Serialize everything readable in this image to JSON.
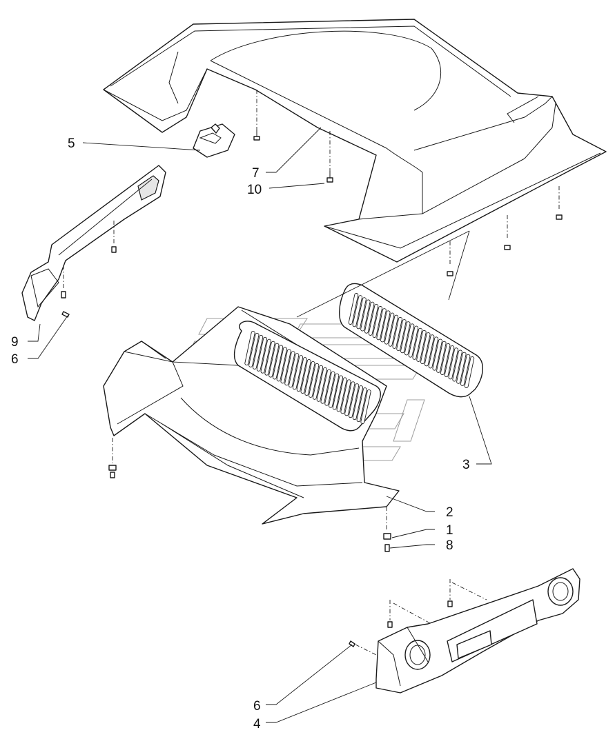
{
  "callouts": [
    {
      "id": "c5",
      "label": "5"
    },
    {
      "id": "c7",
      "label": "7"
    },
    {
      "id": "c10",
      "label": "10"
    },
    {
      "id": "c9",
      "label": "9"
    },
    {
      "id": "c6a",
      "label": "6"
    },
    {
      "id": "c3",
      "label": "3"
    },
    {
      "id": "c2",
      "label": "2"
    },
    {
      "id": "c1",
      "label": "1"
    },
    {
      "id": "c8",
      "label": "8"
    },
    {
      "id": "c6b",
      "label": "6"
    },
    {
      "id": "c4",
      "label": "4"
    }
  ]
}
